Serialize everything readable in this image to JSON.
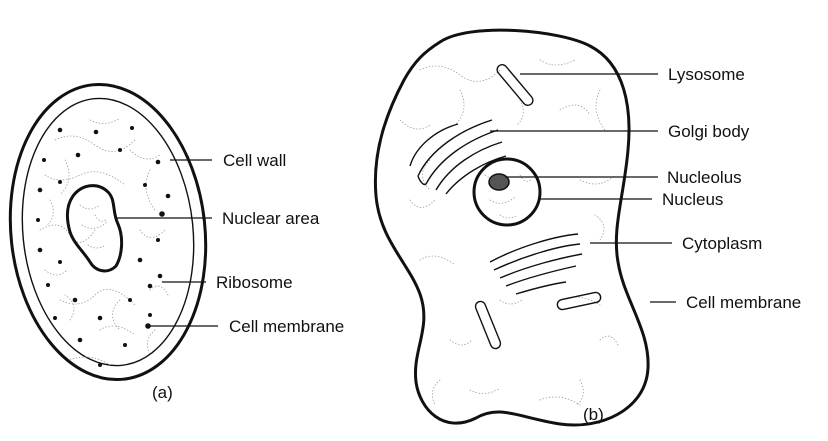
{
  "figure_a": {
    "caption": "(a)",
    "labels": {
      "cell_wall": "Cell wall",
      "nuclear_area": "Nuclear area",
      "ribosome": "Ribosome",
      "cell_membrane": "Cell membrane"
    }
  },
  "figure_b": {
    "caption": "(b)",
    "labels": {
      "lysosome": "Lysosome",
      "golgi_body": "Golgi body",
      "nucleolus": "Nucleolus",
      "nucleus": "Nucleus",
      "cytoplasm": "Cytoplasm",
      "cell_membrane": "Cell membrane"
    }
  }
}
